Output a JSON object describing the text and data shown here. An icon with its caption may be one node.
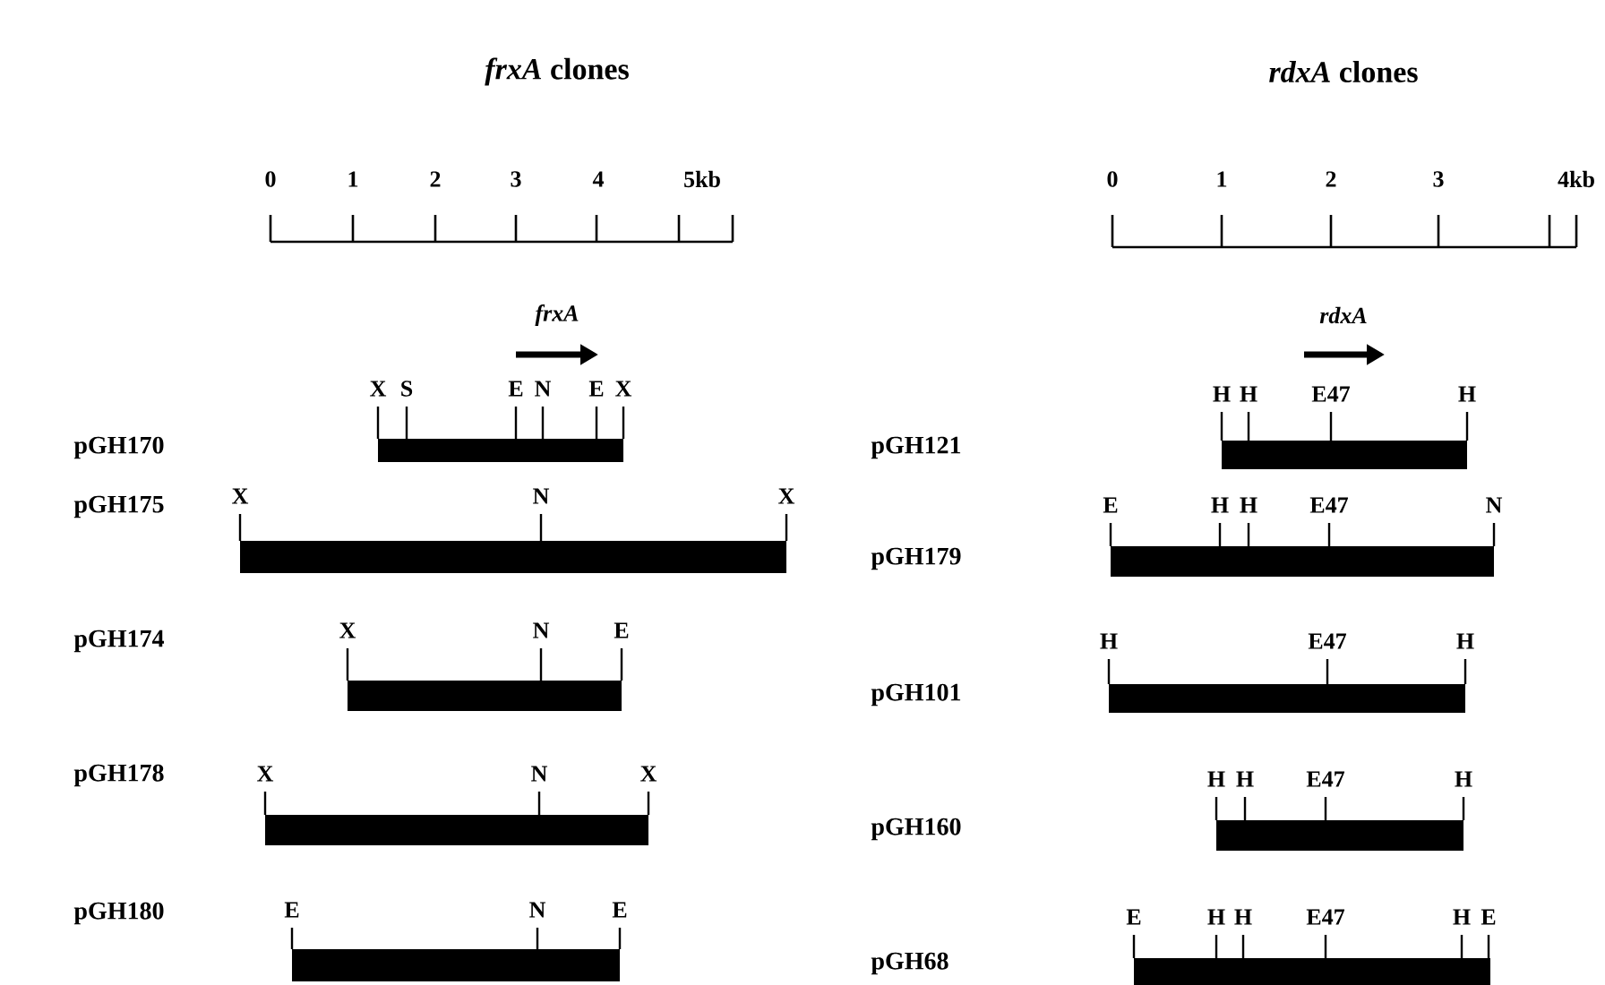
{
  "diagram": {
    "labels": [
      "*frxA* clones",
      "*rdxA* clones",
      "0",
      "1",
      "2",
      "3",
      "4",
      "5kb",
      "0",
      "1",
      "2",
      "3",
      "4kb",
      "frxA",
      "rdxA",
      "pGH170",
      "X",
      "S",
      "E",
      "N",
      "E",
      "X",
      "pGH121",
      "H",
      "H",
      "E47",
      "H",
      "pGH175",
      "X",
      "N",
      "X",
      "pGH179",
      "E",
      "H",
      "H",
      "E47",
      "N",
      "pGH174",
      "X",
      "N",
      "E",
      "pGH101",
      "H",
      "E47",
      "H",
      "pGH178",
      "X",
      "N",
      "X",
      "pGH160",
      "H",
      "H",
      "E47",
      "H",
      "pGH180",
      "E",
      "N",
      "E",
      "pGH68",
      "E",
      "H",
      "H",
      "E47",
      "H",
      "E"
    ]
  }
}
